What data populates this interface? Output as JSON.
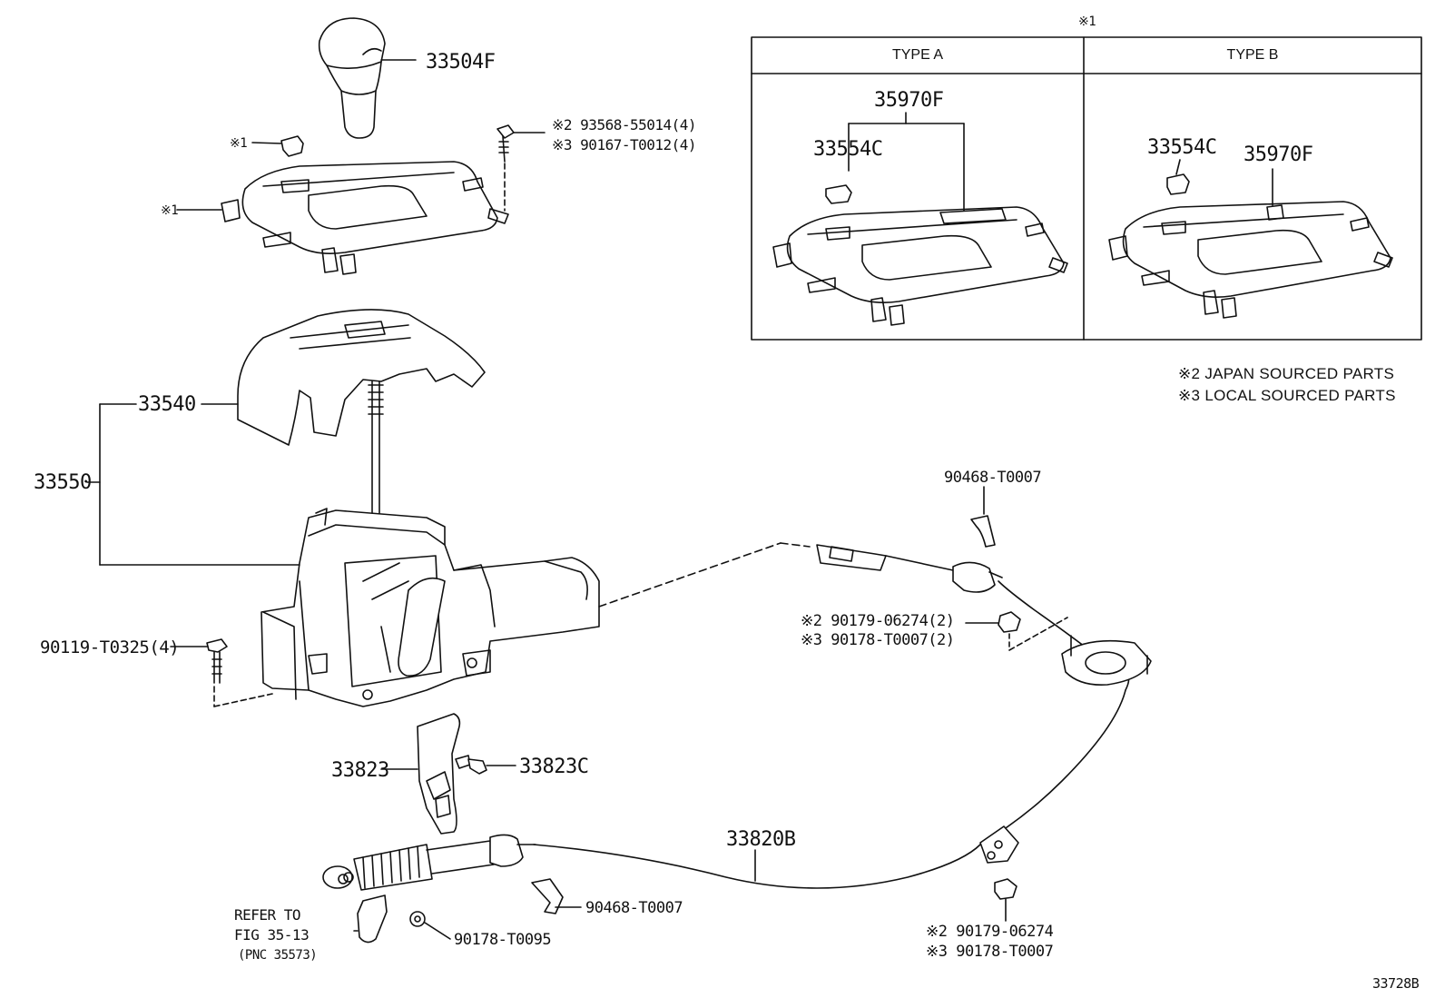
{
  "labels": {
    "shift_knob": "33504F",
    "mark1_clip": "※1",
    "mark1_bezel": "※1",
    "screw_jp": "※2 93568-55014(4)",
    "screw_local": "※3 90167-T0012(4)",
    "cover": "33540",
    "lever_assy": "33550",
    "bolt": "90119-T0325(4)",
    "bracket": "33823",
    "bracket_bolt": "33823C",
    "cable": "33820B",
    "clip_top": "90468-T0007",
    "clip_bottom": "90468-T0007",
    "nut_small": "90178-T0095",
    "nut_jp_2": "※2 90179-06274(2)",
    "nut_local_2": "※3 90178-T0007(2)",
    "nut_jp": "※2 90179-06274",
    "nut_local": "※3 90178-T0007",
    "refer_line1": "REFER TO",
    "refer_line2": "FIG 35-13",
    "refer_line3": "(PNC 35573)",
    "diagram_id": "33728B"
  },
  "inset": {
    "mark": "※1",
    "type_a": {
      "header": "TYPE A",
      "part_bezel": "35970F",
      "part_clip": "33554C"
    },
    "type_b": {
      "header": "TYPE B",
      "part_bezel": "35970F",
      "part_clip": "33554C"
    }
  },
  "notes": {
    "japan": "※2 JAPAN SOURCED PARTS",
    "local": "※3 LOCAL SOURCED PARTS"
  }
}
